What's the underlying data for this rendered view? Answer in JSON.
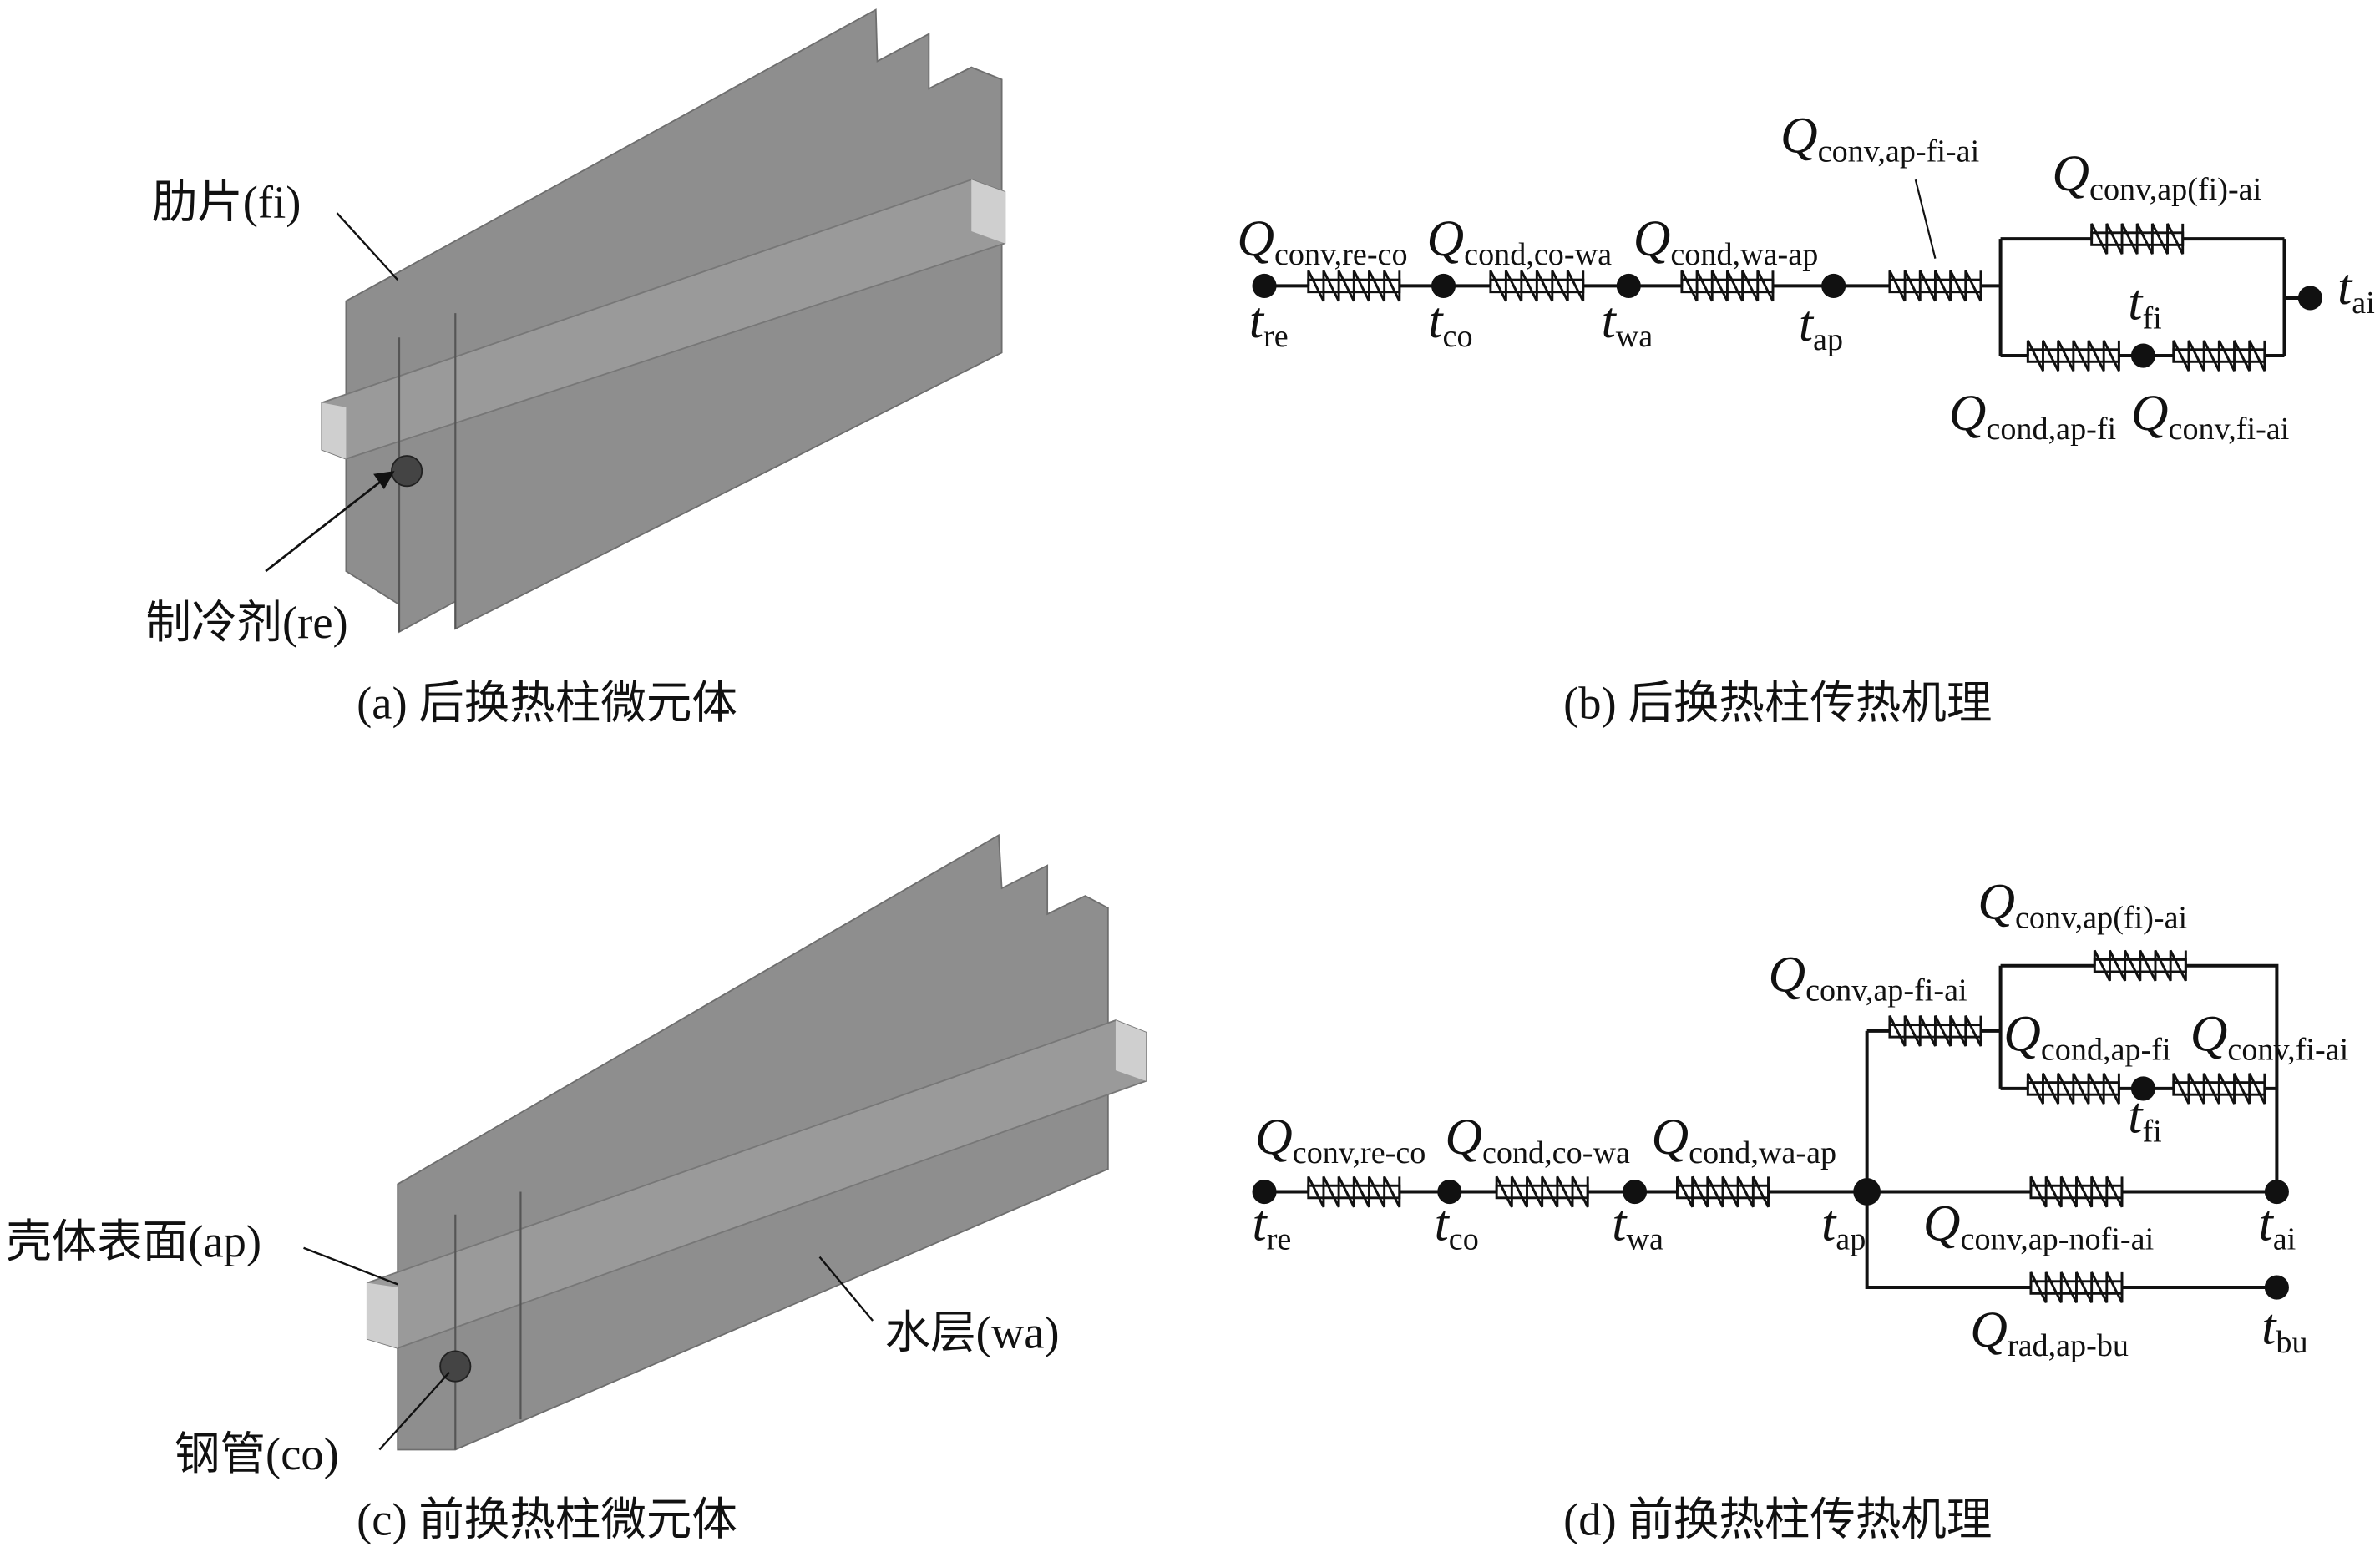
{
  "panel_a": {
    "caption": "(a) 后换热柱微元体",
    "label_fin": "肋片(fi)",
    "label_refrigerant": "制冷剂(re)"
  },
  "panel_b": {
    "caption": "(b) 后换热柱传热机理",
    "resistors": [
      {
        "main": "Q",
        "sub": "conv,re-co"
      },
      {
        "main": "Q",
        "sub": "cond,co-wa"
      },
      {
        "main": "Q",
        "sub": "cond,wa-ap"
      },
      {
        "main": "Q",
        "sub": "conv,ap-fi-ai"
      },
      {
        "main": "Q",
        "sub": "conv,ap(fi)-ai"
      },
      {
        "main": "Q",
        "sub": "cond,ap-fi"
      },
      {
        "main": "Q",
        "sub": "conv,fi-ai"
      }
    ],
    "nodes": [
      {
        "main": "t",
        "sub": "re"
      },
      {
        "main": "t",
        "sub": "co"
      },
      {
        "main": "t",
        "sub": "wa"
      },
      {
        "main": "t",
        "sub": "ap"
      },
      {
        "main": "t",
        "sub": "fi"
      },
      {
        "main": "t",
        "sub": "ai"
      }
    ]
  },
  "panel_c": {
    "caption": "(c) 前换热柱微元体",
    "label_shell": "壳体表面(ap)",
    "label_water": "水层(wa)",
    "label_pipe": "钢管(co)"
  },
  "panel_d": {
    "caption": "(d) 前换热柱传热机理",
    "resistors": [
      {
        "main": "Q",
        "sub": "conv,re-co"
      },
      {
        "main": "Q",
        "sub": "cond,co-wa"
      },
      {
        "main": "Q",
        "sub": "cond,wa-ap"
      },
      {
        "main": "Q",
        "sub": "conv,ap-fi-ai"
      },
      {
        "main": "Q",
        "sub": "conv,ap(fi)-ai"
      },
      {
        "main": "Q",
        "sub": "cond,ap-fi"
      },
      {
        "main": "Q",
        "sub": "conv,fi-ai"
      },
      {
        "main": "Q",
        "sub": "conv,ap-nofi-ai"
      },
      {
        "main": "Q",
        "sub": "rad,ap-bu"
      }
    ],
    "nodes": [
      {
        "main": "t",
        "sub": "re"
      },
      {
        "main": "t",
        "sub": "co"
      },
      {
        "main": "t",
        "sub": "wa"
      },
      {
        "main": "t",
        "sub": "ap"
      },
      {
        "main": "t",
        "sub": "fi"
      },
      {
        "main": "t",
        "sub": "ai"
      },
      {
        "main": "t",
        "sub": "bu"
      }
    ]
  },
  "colors": {
    "fin": "#8e8e8e",
    "plate": "#c9c9c9",
    "ink": "#111111"
  }
}
